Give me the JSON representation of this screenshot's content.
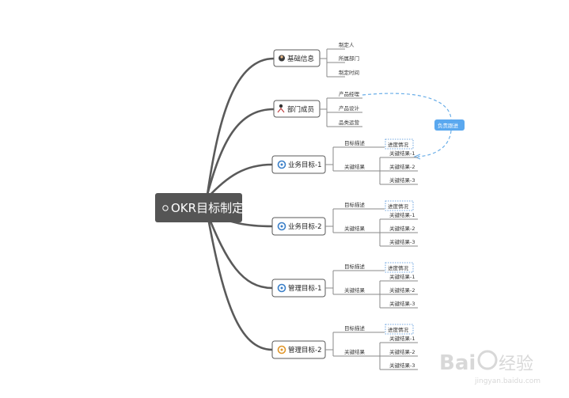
{
  "root": {
    "label": "OKR目标制定"
  },
  "basic": {
    "label": "基础信息",
    "leaves": [
      "制定人",
      "所属部门",
      "制定时间"
    ]
  },
  "members": {
    "label": "部门成员",
    "leaves": [
      "产品经理",
      "产品设计",
      "品类运营"
    ]
  },
  "callout": {
    "label": "负责跟进"
  },
  "goals": [
    {
      "label": "业务目标-1",
      "desc": "目标描述",
      "status": "进度情况",
      "kr": "关键结果",
      "results": [
        "关键结果-1",
        "关键结果-2",
        "关键结果-3"
      ]
    },
    {
      "label": "业务目标-2",
      "desc": "目标描述",
      "status": "进度情况",
      "kr": "关键结果",
      "results": [
        "关键结果-1",
        "关键结果-2",
        "关键结果-3"
      ]
    },
    {
      "label": "管理目标-1",
      "desc": "目标描述",
      "status": "进度情况",
      "kr": "关键结果",
      "results": [
        "关键结果-1",
        "关键结果-2",
        "关键结果-3"
      ]
    },
    {
      "label": "管理目标-2",
      "desc": "目标描述",
      "status": "进度情况",
      "kr": "关键结果",
      "results": [
        "关键结果-1",
        "关键结果-2",
        "关键结果-3"
      ]
    }
  ],
  "watermark": {
    "brand": "Bai",
    "brand2": "经验",
    "url": "jingyan.baidu.com"
  }
}
